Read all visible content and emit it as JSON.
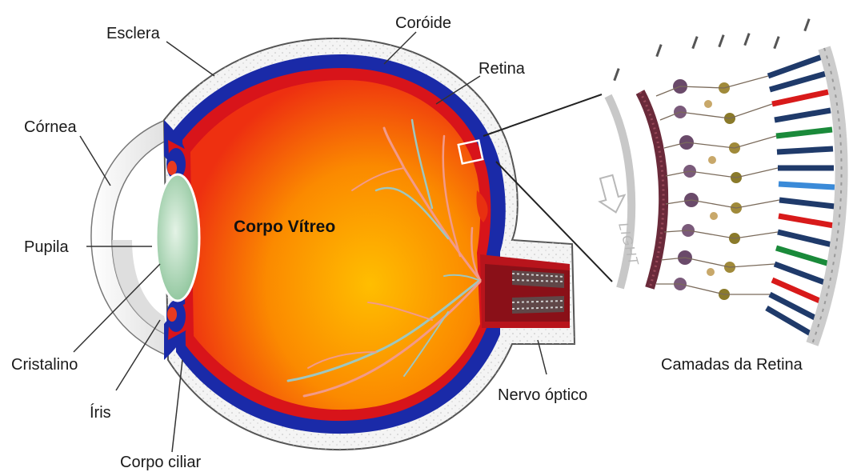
{
  "labels": {
    "esclera": "Esclera",
    "coroide": "Coróide",
    "retina": "Retina",
    "cornea": "Córnea",
    "pupila": "Pupila",
    "corpo_vitreo": "Corpo Vítreo",
    "cristalino": "Cristalino",
    "iris": "Íris",
    "corpo_ciliar": "Corpo ciliar",
    "nervo_optico": "Nervo óptico",
    "camadas_retina": "Camadas da Retina",
    "light": "LIGHT"
  },
  "colors": {
    "sclera": "#f4f4f4",
    "choroid": "#1a2aa8",
    "retina_red": "#d8141a",
    "vitreous_center": "#ffb400",
    "vitreous_edge": "#f03a10",
    "lens": "#b9dcc0",
    "vessel": "#f29a8a",
    "vessel_alt": "#9ec7c0"
  }
}
